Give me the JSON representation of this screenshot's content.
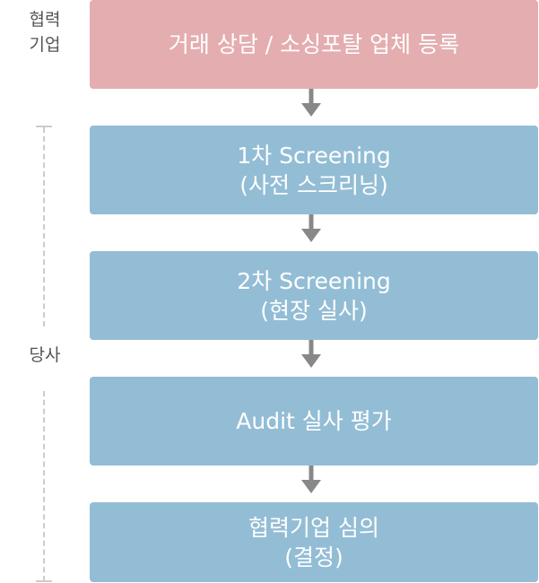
{
  "side_labels": {
    "partner": "협력\n기업",
    "ours": "당사"
  },
  "steps": [
    {
      "lines": [
        "거래 상담 / 소싱포탈 업체 등록"
      ]
    },
    {
      "lines": [
        "1차 Screening",
        "(사전 스크리닝)"
      ]
    },
    {
      "lines": [
        "2차 Screening",
        "(현장 실사)"
      ]
    },
    {
      "lines": [
        "Audit 실사 평가"
      ]
    },
    {
      "lines": [
        "협력기업 심의",
        "(결정)"
      ]
    }
  ],
  "colors": {
    "partner_box": "#e4adb0",
    "ours_box": "#93bdd5",
    "arrow": "#888888",
    "bracket": "#cccccc"
  }
}
